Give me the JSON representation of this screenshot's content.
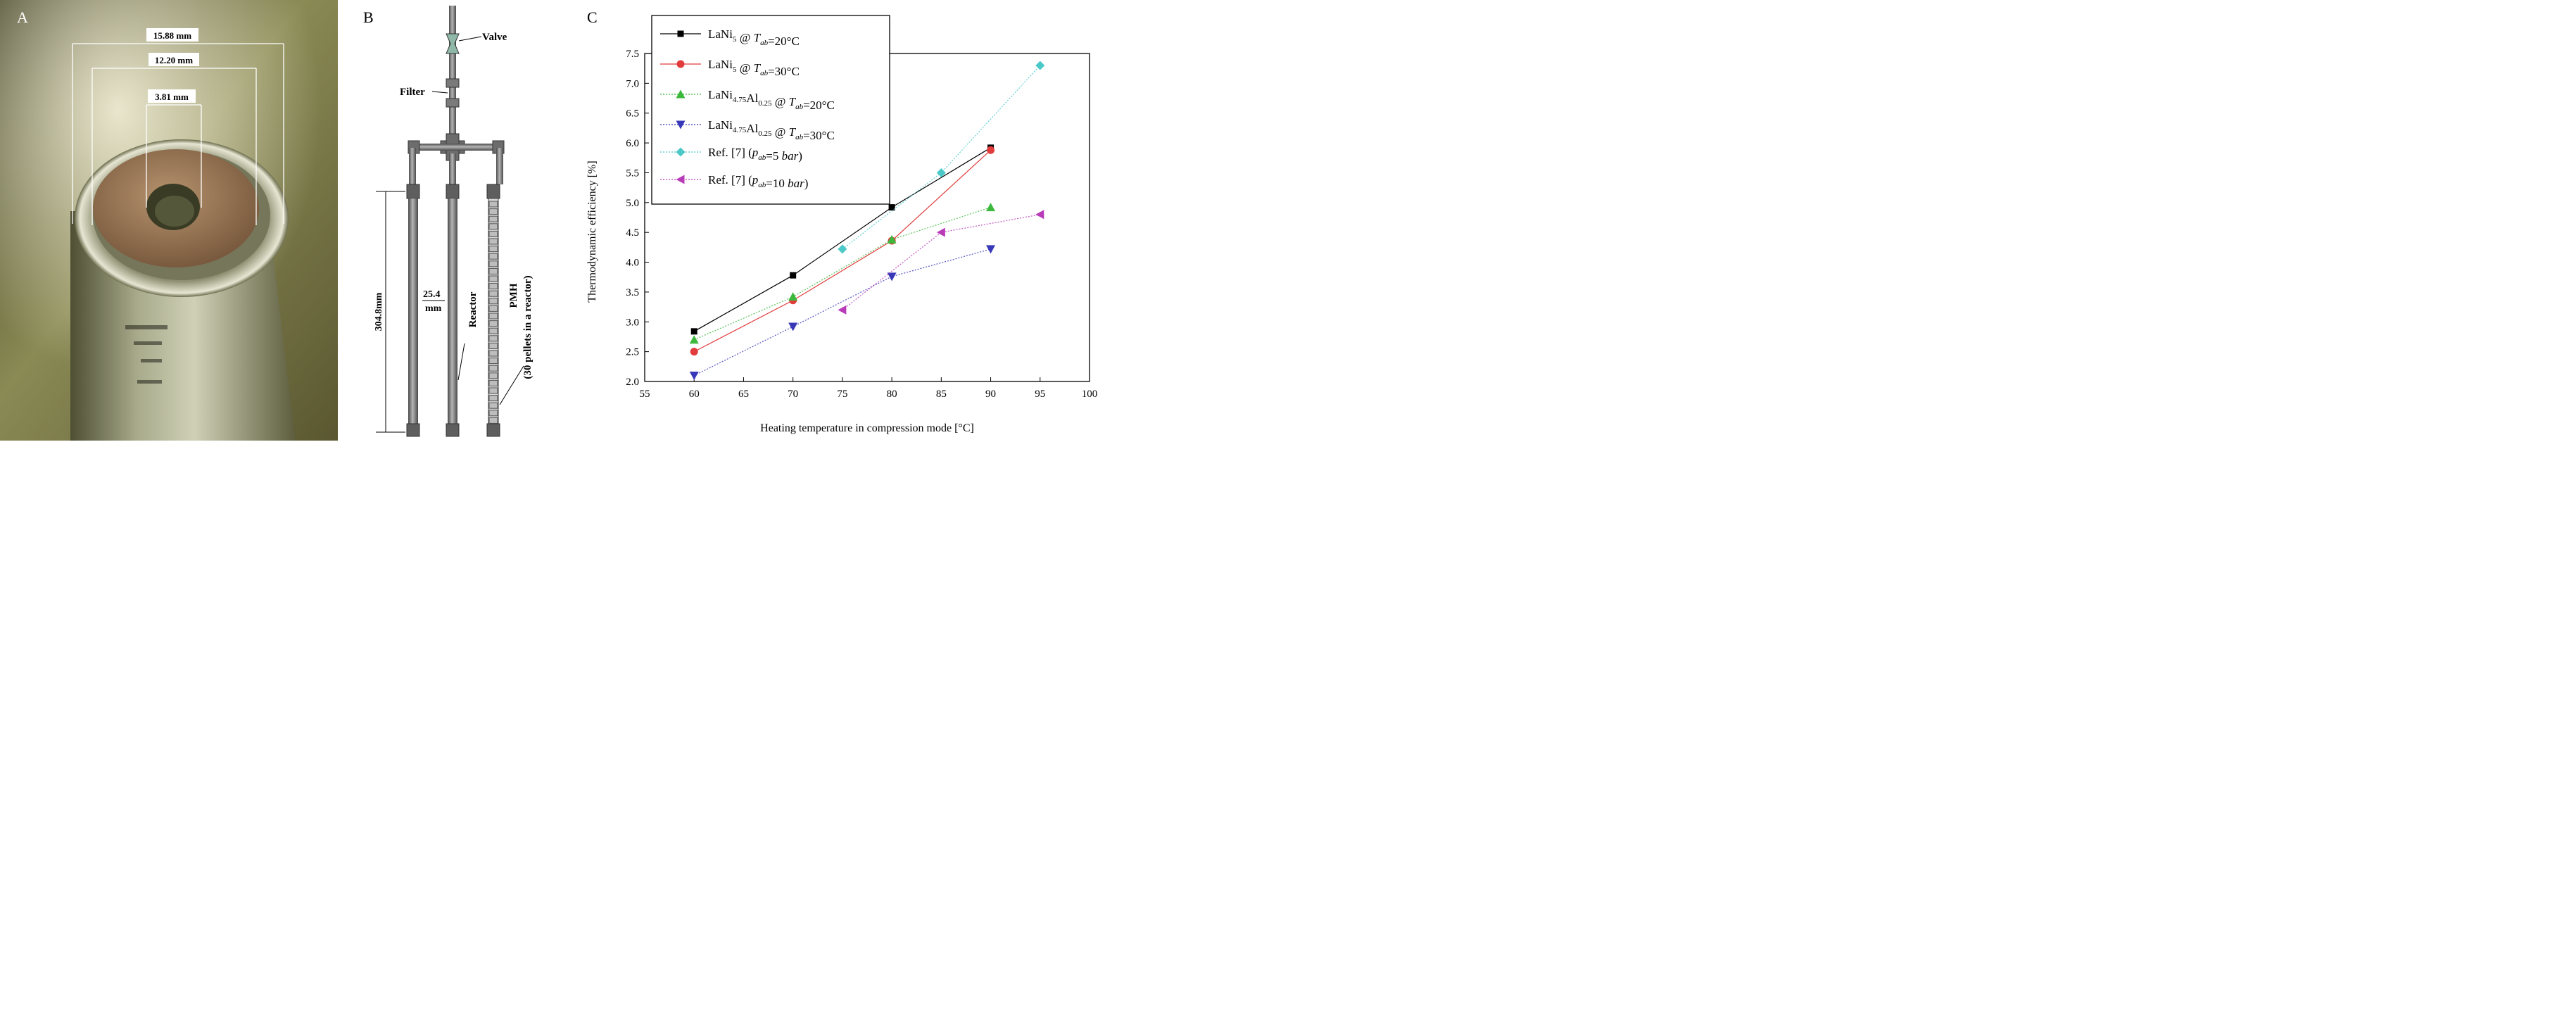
{
  "panels": {
    "a": {
      "letter": "A"
    },
    "b": {
      "letter": "B"
    },
    "c": {
      "letter": "C"
    }
  },
  "photo": {
    "dims": [
      "15.88 mm",
      "12.20 mm",
      "3.81 mm"
    ]
  },
  "schematic": {
    "valve": "Valve",
    "filter": "Filter",
    "length": "304.8mm",
    "diam_a": "25.4",
    "diam_b": "mm",
    "reactor": "Reactor",
    "pmh_a": "PMH",
    "pmh_b": "(30 pellets in a reactor)"
  },
  "chart_data": {
    "type": "line",
    "xlabel": "Heating temperature in compression mode [°C]",
    "ylabel": "Thermodynamic efficiency [%]",
    "xlim": [
      55,
      100
    ],
    "ylim": [
      2.0,
      7.5
    ],
    "xticks": [
      "55",
      "60",
      "65",
      "70",
      "75",
      "80",
      "85",
      "90",
      "95",
      "100"
    ],
    "yticks": [
      "2.0",
      "2.5",
      "3.0",
      "3.5",
      "4.0",
      "4.5",
      "5.0",
      "5.5",
      "6.0",
      "6.5",
      "7.0",
      "7.5"
    ],
    "grid": false,
    "legend_position": "top-left",
    "series": [
      {
        "name": "LaNi5 @ Tab=20°C",
        "color": "#000000",
        "marker": "square",
        "dash": "solid",
        "points": [
          [
            60,
            2.84
          ],
          [
            70,
            3.78
          ],
          [
            80,
            4.92
          ],
          [
            90,
            5.92
          ]
        ]
      },
      {
        "name": "LaNi5 @ Tab=30°C",
        "color": "#e23b3b",
        "marker": "circle",
        "dash": "solid",
        "points": [
          [
            60,
            2.5
          ],
          [
            70,
            3.36
          ],
          [
            80,
            4.36
          ],
          [
            90,
            5.88
          ]
        ]
      },
      {
        "name": "LaNi4.75Al0.25 @ Tab=20°C",
        "color": "#3cb83c",
        "marker": "triangle-up",
        "dash": "dotted",
        "points": [
          [
            60,
            2.7
          ],
          [
            70,
            3.42
          ],
          [
            80,
            4.38
          ],
          [
            90,
            4.92
          ]
        ]
      },
      {
        "name": "LaNi4.75Al0.25 @ Tab=30°C",
        "color": "#3838b8",
        "marker": "triangle-down",
        "dash": "dotted",
        "points": [
          [
            60,
            2.1
          ],
          [
            70,
            2.92
          ],
          [
            80,
            3.76
          ],
          [
            90,
            4.22
          ]
        ]
      },
      {
        "name": "Ref. [7] (pab=5 bar)",
        "color": "#4cc8c8",
        "marker": "diamond",
        "dash": "dotted",
        "points": [
          [
            75,
            4.22
          ],
          [
            85,
            5.5
          ],
          [
            95,
            7.3
          ]
        ]
      },
      {
        "name": "Ref. [7] (pab=10 bar)",
        "color": "#b83cb8",
        "marker": "triangle-left",
        "dash": "dotted",
        "points": [
          [
            75,
            3.2
          ],
          [
            85,
            4.5
          ],
          [
            95,
            4.8
          ]
        ]
      }
    ]
  }
}
